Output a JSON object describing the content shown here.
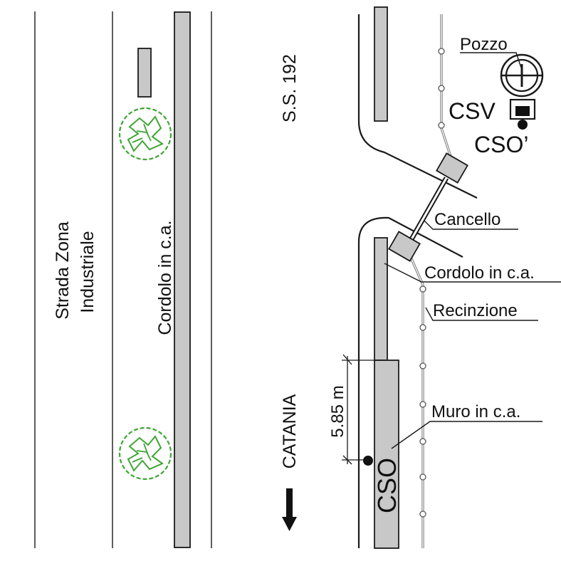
{
  "labels": {
    "road_name_line1": "Strada Zona",
    "road_name_line2": "Industriale",
    "curb_left": "Cordolo in c.a.",
    "highway": "S.S. 192",
    "direction": "CATANIA",
    "dimension": "5.85 m",
    "well": "Pozzo",
    "csv": "CSV",
    "cso_prime": "CSO’",
    "gate": "Cancello",
    "curb_right": "Cordolo in c.a.",
    "fence": "Recinzione",
    "wall": "Muro in c.a.",
    "cso": "CSO"
  },
  "colors": {
    "fill_gray": "#c8c8c8",
    "stroke": "#1a1a1a",
    "tree_green": "#3fa535",
    "fence_gray": "#888888"
  },
  "icons": {
    "tree": "tree-icon",
    "arrow": "down-arrow-icon",
    "well": "well-symbol-icon"
  }
}
